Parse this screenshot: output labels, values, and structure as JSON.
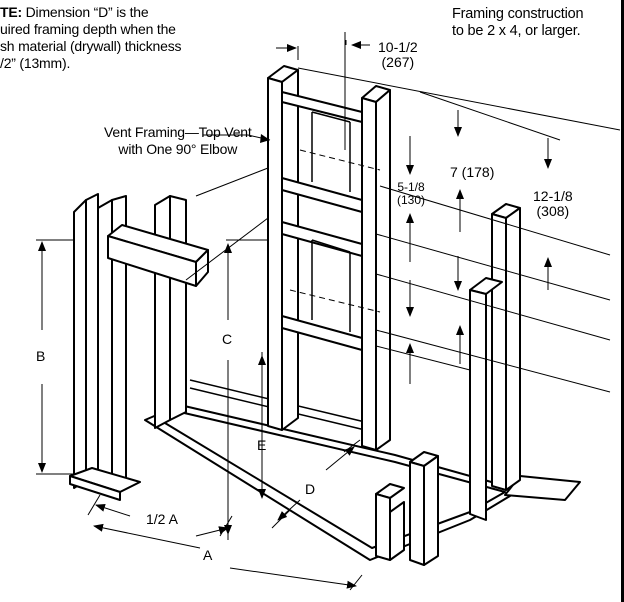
{
  "note": {
    "prefix": "TE:",
    "lines": [
      " Dimension “D” is the",
      "uired framing depth when the",
      "sh material (drywall) thickness",
      "/2” (13mm)."
    ]
  },
  "framing_note": {
    "lines": [
      "Framing construction",
      "to be 2 x 4, or larger."
    ]
  },
  "vent_label": {
    "lines": [
      "Vent Framing—Top Vent",
      "with One 90° Elbow"
    ]
  },
  "dimensions": {
    "top_width": {
      "frac": "10-1/2",
      "mm": "(267)"
    },
    "height_7": "7 (178)",
    "height_5": {
      "frac": "5-1/8",
      "mm": "(130)"
    },
    "height_12": {
      "frac": "12-1/8",
      "mm": "(308)"
    },
    "A": "A",
    "half_A": "1/2 A",
    "B": "B",
    "C": "C",
    "D": "D",
    "E": "E"
  }
}
